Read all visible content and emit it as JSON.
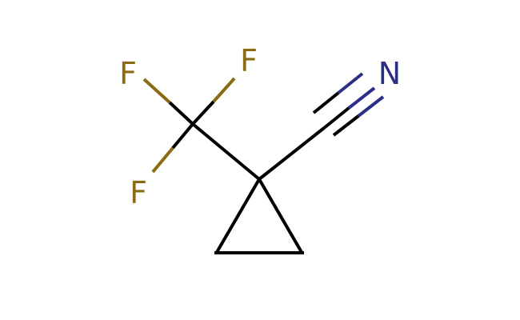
{
  "molecule": {
    "atoms": {
      "f1": {
        "symbol": "F",
        "element": "fluorine"
      },
      "f2": {
        "symbol": "F",
        "element": "fluorine"
      },
      "f3": {
        "symbol": "F",
        "element": "fluorine"
      },
      "n1": {
        "symbol": "N",
        "element": "nitrogen"
      }
    },
    "bonds": [
      {
        "id": "cf3-c-to-f1",
        "order": 1
      },
      {
        "id": "cf3-c-to-f2",
        "order": 1
      },
      {
        "id": "cf3-c-to-f3",
        "order": 1
      },
      {
        "id": "ring-c1-to-cf3-c",
        "order": 1
      },
      {
        "id": "ring-c1-to-nitrile-c",
        "order": 1
      },
      {
        "id": "nitrile-c-to-n",
        "order": 3
      },
      {
        "id": "ring-c1-to-c2",
        "order": 1
      },
      {
        "id": "ring-c2-to-c3",
        "order": 1
      },
      {
        "id": "ring-c3-to-c1",
        "order": 1
      }
    ]
  },
  "colors": {
    "bond": "#000000",
    "fluorine": "#8a6a12",
    "nitrogen": "#2b2f86",
    "background": "#ffffff"
  }
}
